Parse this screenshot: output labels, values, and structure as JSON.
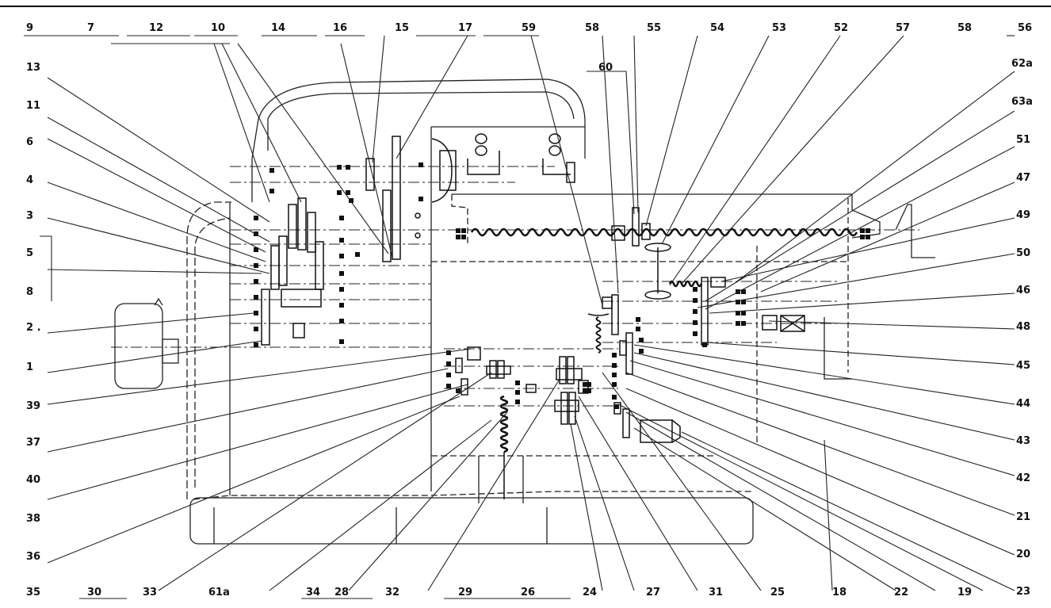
{
  "top_labels": [
    "9",
    "7",
    "12",
    "10",
    "14",
    "16",
    "15",
    "17",
    "59",
    "58",
    "55",
    "54",
    "53",
    "52",
    "57",
    "58",
    "56"
  ],
  "left_labels": [
    "13",
    "11",
    "6",
    "4",
    "3",
    "5",
    "8",
    "2 .",
    "1",
    "39",
    "37",
    "40",
    "38",
    "36",
    "35"
  ],
  "right_labels": [
    "62a",
    "63a",
    "51",
    "47",
    "49",
    "50",
    "46",
    "48",
    "45",
    "44",
    "43",
    "42",
    "21",
    "20",
    "23"
  ],
  "bottom_labels": [
    "30",
    "33",
    "61a",
    "34",
    "28",
    "32",
    "29",
    "26",
    "24",
    "27",
    "31",
    "25",
    "18",
    "22",
    "19"
  ],
  "inner_labels": [
    "60"
  ]
}
